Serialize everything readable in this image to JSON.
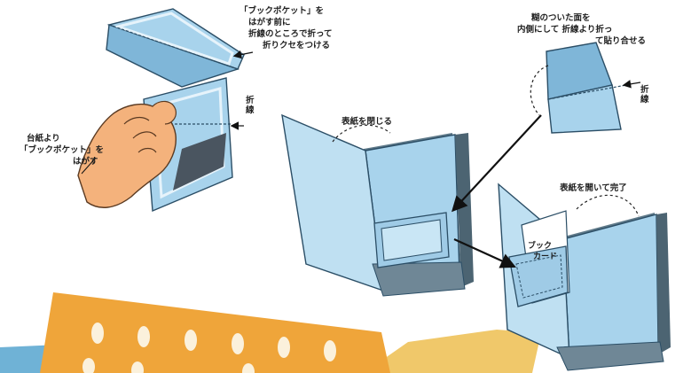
{
  "labels": {
    "step1": [
      "「ブックポケット」を",
      "はがす前に",
      "折線のところで折って",
      "折りクセをつける"
    ],
    "fold_line_1": "折線",
    "peel_from_mount": [
      "台紙より",
      "「ブックポケット」を",
      "はがす"
    ],
    "step2": [
      "糊のついた面を",
      "内側にして 折線より折っ",
      "て貼り合せる"
    ],
    "fold_line_2": "折線",
    "close_cover": "表紙を閉じる",
    "open_cover_done": "表紙を開いて完了",
    "book_card": [
      "ブック",
      "カード"
    ]
  },
  "colors": {
    "paper_blue": "#a8d3ec",
    "paper_blue_dark": "#7fb6d8",
    "book_spine": "#6f8796",
    "orange_card": "#efa53a",
    "skin": "#f4b27c"
  },
  "icons": [
    "hand-illustration",
    "arrow-icon",
    "dashed-arc-icon"
  ]
}
